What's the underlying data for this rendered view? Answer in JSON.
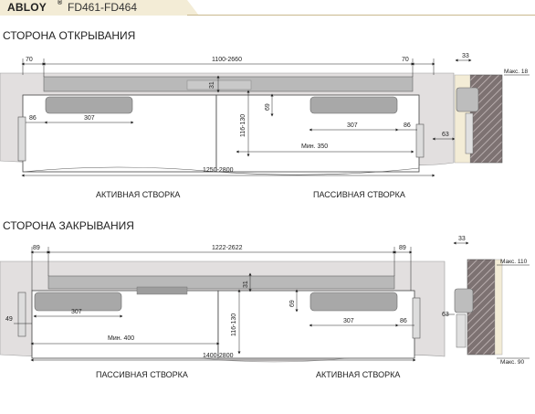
{
  "header": {
    "brand": "ABLOY",
    "reg": "®",
    "model": "FD461-FD464"
  },
  "section1": {
    "title": "СТОРОНА ОТКРЫВАНИЯ",
    "dims": {
      "left_offset": "70",
      "right_offset": "70",
      "rail_length": "1100-2660",
      "rail_height": "31",
      "arm_gap": "69",
      "body_left": "307",
      "body_right": "307",
      "left_edge": "86",
      "right_edge": "86",
      "vertical_range": "116-130",
      "min_width": "Мин. 350",
      "total": "1250-2800",
      "side_depth": "63",
      "side_top": "33",
      "side_max": "Макс. 18"
    },
    "label_left": "АКТИВНАЯ СТВОРКА",
    "label_right": "ПАССИВНАЯ СТВОРКА"
  },
  "section2": {
    "title": "СТОРОНА ЗАКРЫВАНИЯ",
    "dims": {
      "left_offset": "89",
      "right_offset": "89",
      "rail_length": "1222-2622",
      "rail_height": "31",
      "arm_gap": "69",
      "left_margin": "49",
      "body_left": "307",
      "body_right": "307",
      "right_edge": "86",
      "vertical_range": "116-130",
      "min_width": "Мин. 400",
      "total": "1400-2800",
      "side_top": "33",
      "side_depth": "63",
      "side_max_top": "Макс. 110",
      "side_max_bottom": "Макс. 90"
    },
    "label_left": "ПАССИВНАЯ СТВОРКА",
    "label_right": "АКТИВНАЯ СТВОРКА"
  },
  "colors": {
    "frame": "#e2dfdf",
    "rail": "#b9b9b9",
    "body": "#a8a8a8",
    "accent": "#f3ecd6",
    "hatch": "#8a7f7f"
  }
}
